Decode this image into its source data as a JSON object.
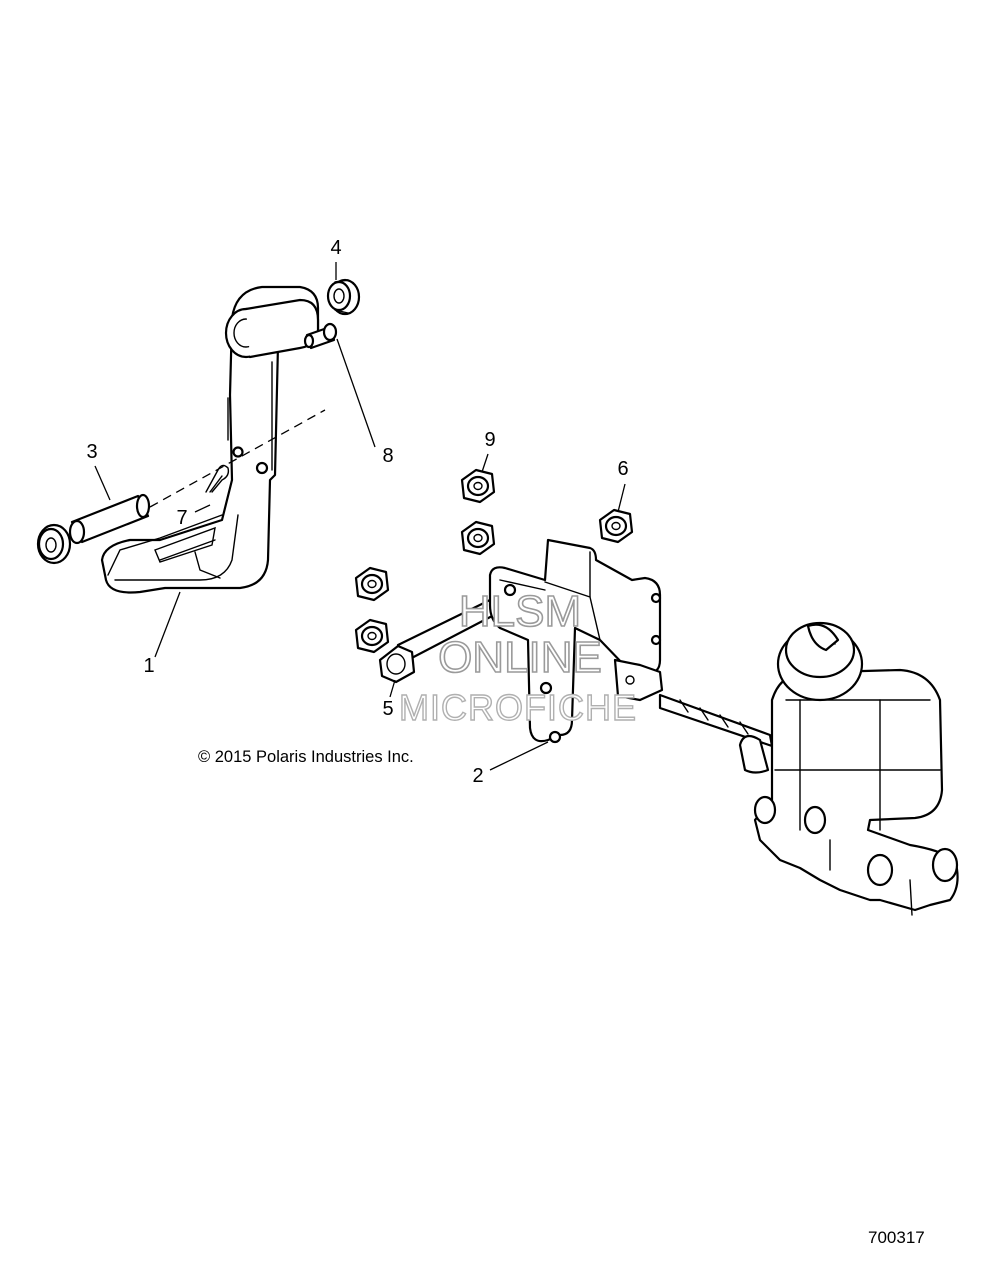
{
  "callouts": [
    {
      "id": "1",
      "label": "1"
    },
    {
      "id": "2",
      "label": "2"
    },
    {
      "id": "3",
      "label": "3"
    },
    {
      "id": "4",
      "label": "4"
    },
    {
      "id": "5",
      "label": "5"
    },
    {
      "id": "6",
      "label": "6"
    },
    {
      "id": "7",
      "label": "7"
    },
    {
      "id": "8",
      "label": "8"
    },
    {
      "id": "9",
      "label": "9"
    }
  ],
  "watermark": {
    "line1": "HLSM",
    "line2": "ONLINE",
    "line3": "MICROFICHE"
  },
  "copyright": "© 2015 Polaris Industries Inc.",
  "figure_number": "700317"
}
